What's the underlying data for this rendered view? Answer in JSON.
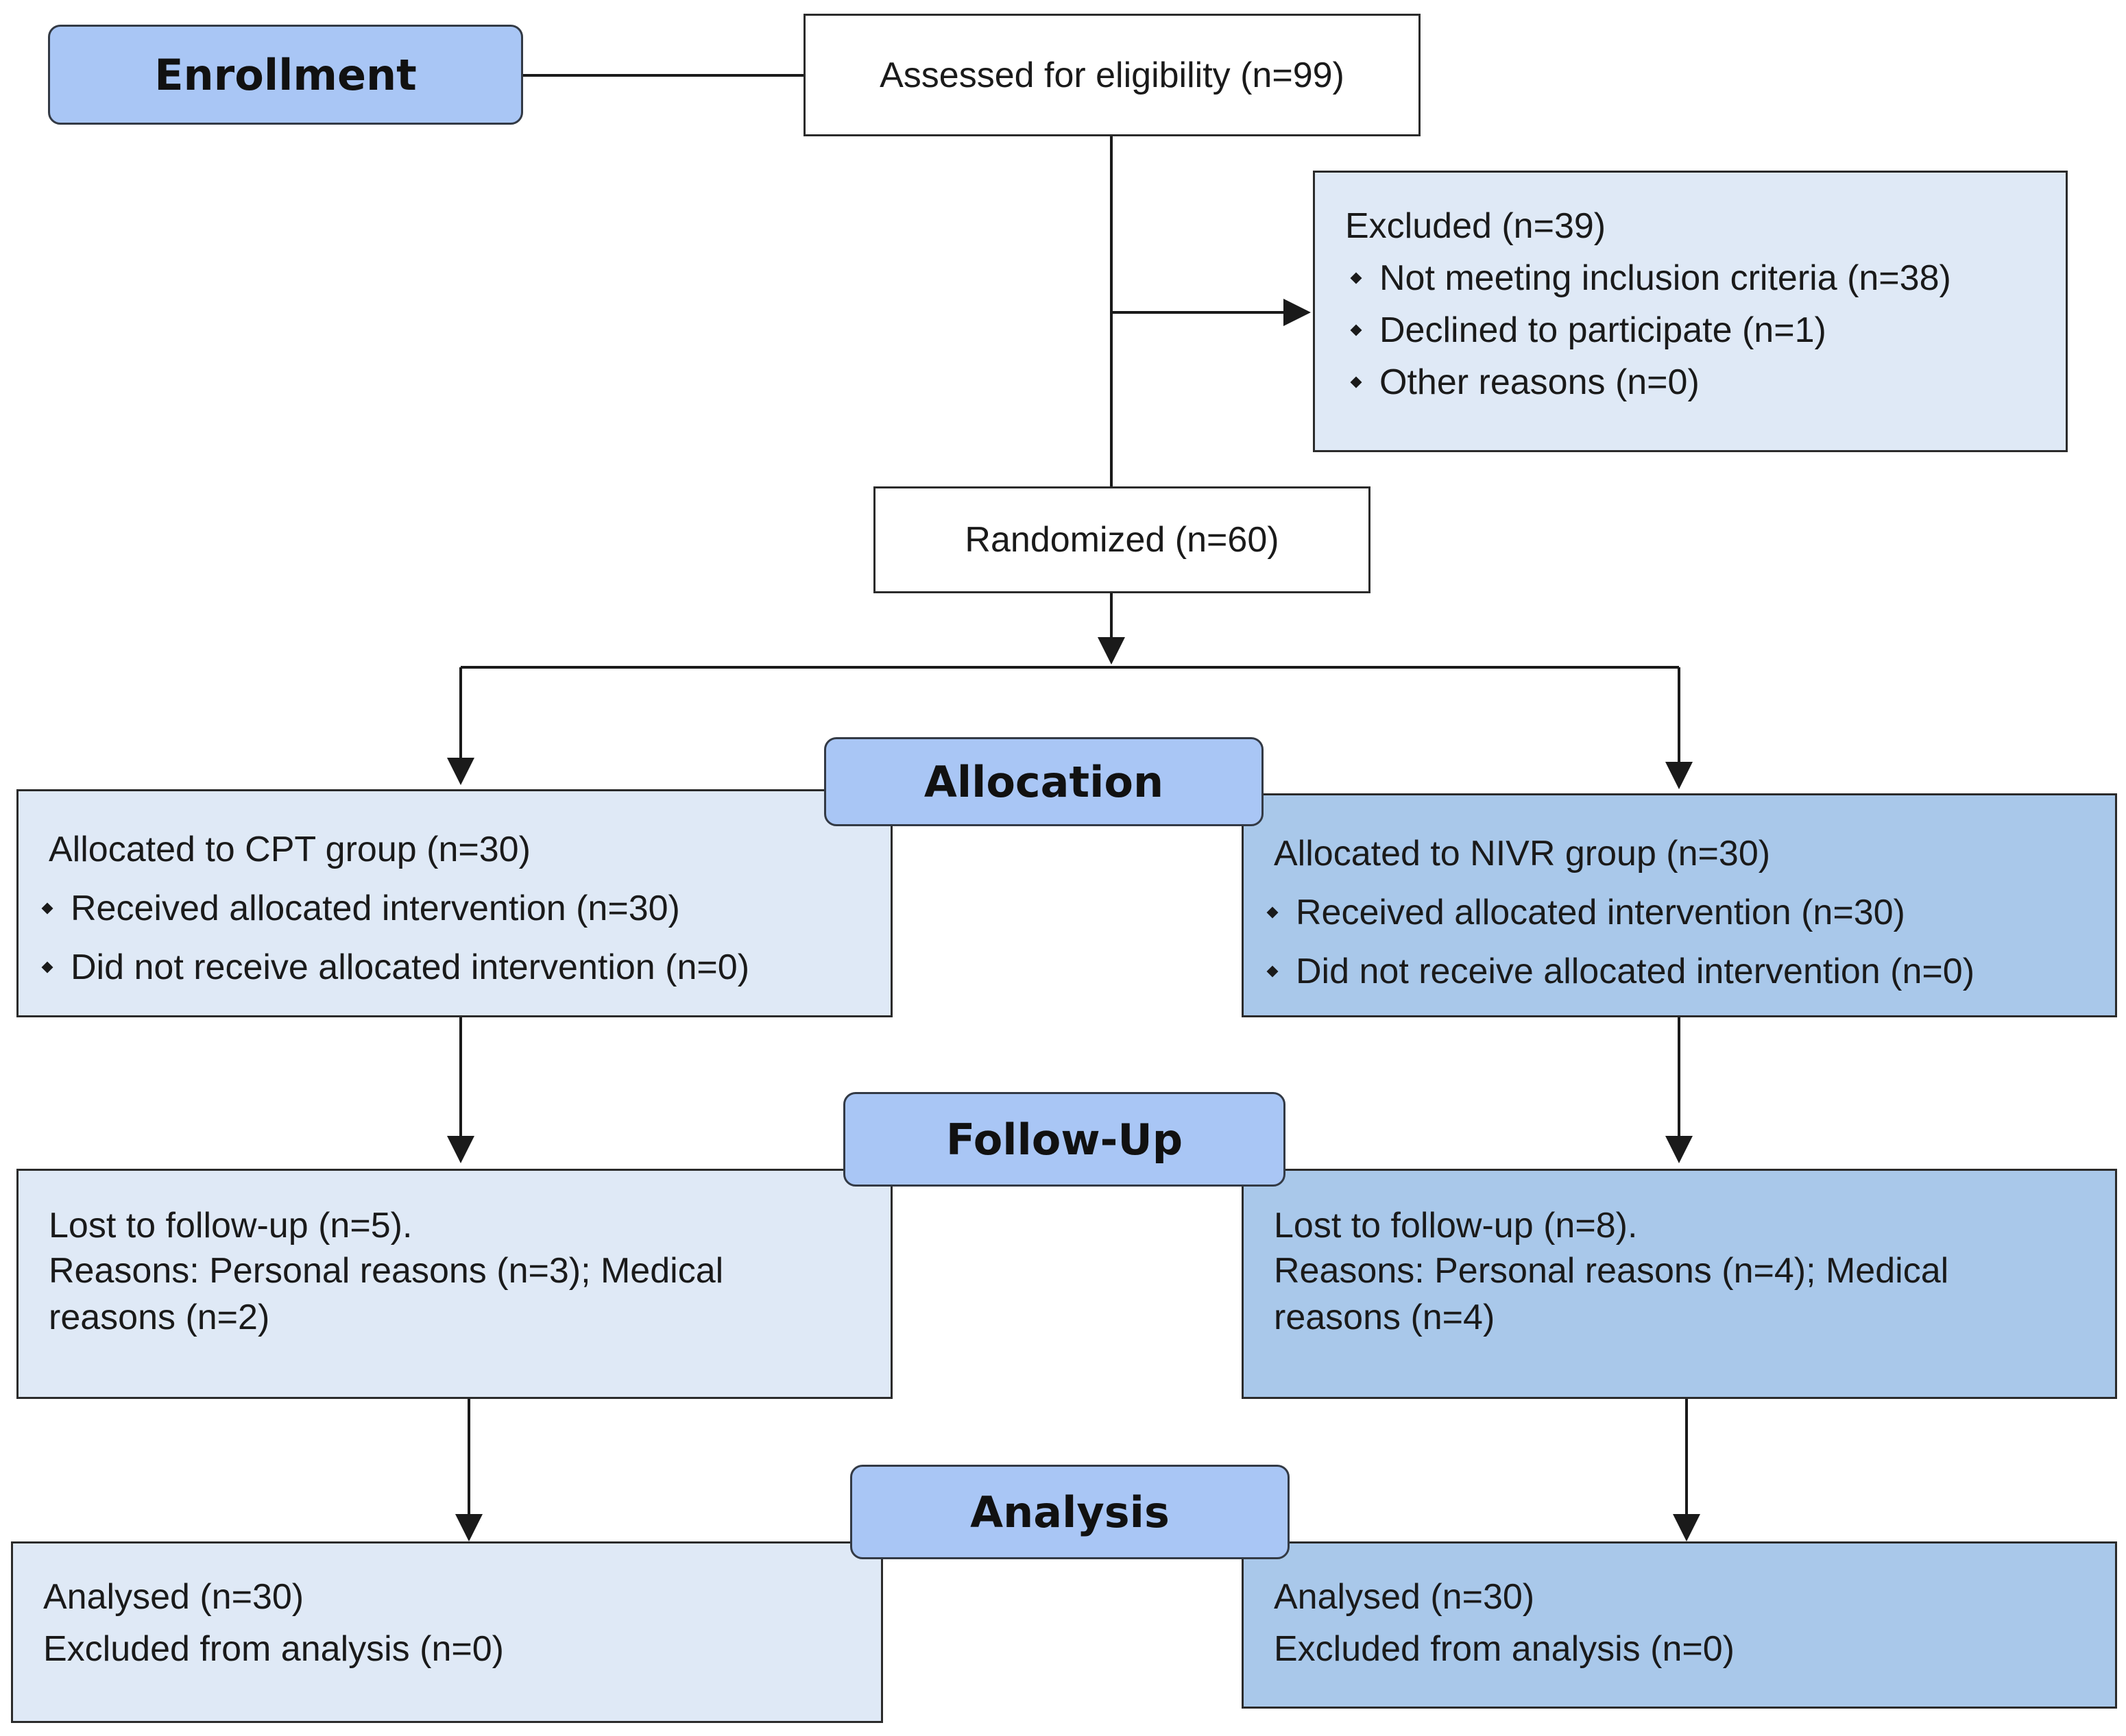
{
  "stages": {
    "enrollment": "Enrollment",
    "allocation": "Allocation",
    "follow_up": "Follow-Up",
    "analysis": "Analysis"
  },
  "assessed": "Assessed for eligibility (n=99)",
  "excluded": {
    "title": "Excluded (n=39)",
    "items": [
      "Not meeting inclusion criteria (n=38)",
      "Declined to participate (n=1)",
      "Other reasons (n=0)"
    ]
  },
  "randomized": "Randomized (n=60)",
  "allocation": {
    "left": {
      "title": "Allocated to CPT group (n=30)",
      "items": [
        "Received allocated intervention (n=30)",
        "Did not receive allocated intervention (n=0)"
      ]
    },
    "right": {
      "title": "Allocated to NIVR group (n=30)",
      "items": [
        "Received allocated intervention (n=30)",
        "Did not receive allocated intervention (n=0)"
      ]
    }
  },
  "follow_up": {
    "left": {
      "lost": "Lost to follow-up (n=5).",
      "reasons": "Reasons: Personal reasons (n=3); Medical reasons (n=2)"
    },
    "right": {
      "lost": "Lost to follow-up (n=8).",
      "reasons": "Reasons: Personal reasons (n=4); Medical reasons (n=4)"
    }
  },
  "analysis": {
    "left": {
      "analysed": "Analysed (n=30)",
      "excluded": "Excluded from analysis (n=0)"
    },
    "right": {
      "analysed": "Analysed (n=30)",
      "excluded": "Excluded from analysis (n=0)"
    }
  },
  "colors": {
    "stage_fill": "#a9c6f5",
    "light_box": "#dfe9f6",
    "mid_box": "#a9c8ea",
    "line": "#1a1a1a"
  }
}
